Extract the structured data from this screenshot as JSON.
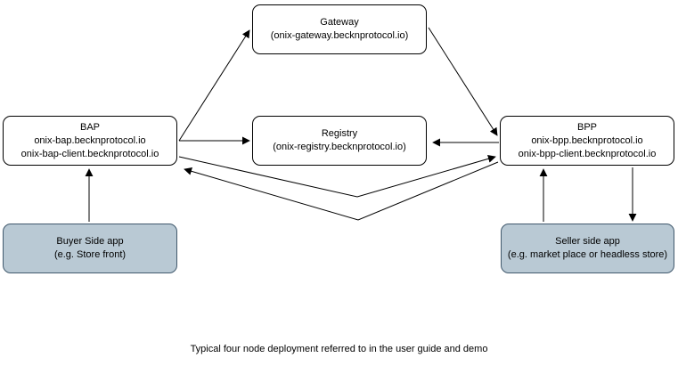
{
  "diagram": {
    "caption": "Typical four node deployment referred to in the user guide and demo",
    "colors": {
      "background": "#ffffff",
      "node_fill": "#ffffff",
      "node_border": "#000000",
      "app_node_fill": "#b9c9d4",
      "app_node_border": "#41596d",
      "arrow": "#000000"
    },
    "nodes": {
      "gateway": {
        "title": "Gateway",
        "line1": "(onix-gateway.becknprotocol.io)"
      },
      "bap": {
        "title": "BAP",
        "line1": "onix-bap.becknprotocol.io",
        "line2": "onix-bap-client.becknprotocol.io"
      },
      "registry": {
        "title": "Registry",
        "line1": "(onix-registry.becknprotocol.io)"
      },
      "bpp": {
        "title": "BPP",
        "line1": "onix-bpp.becknprotocol.io",
        "line2": "onix-bpp-client.becknprotocol.io"
      },
      "buyer_app": {
        "title": "Buyer Side app",
        "line1": "(e.g. Store front)"
      },
      "seller_app": {
        "title": "Seller side app",
        "line1": "(e.g. market place or headless store)"
      }
    },
    "edges": [
      {
        "from": "bap",
        "to": "gateway",
        "arrow": "one-way"
      },
      {
        "from": "bap",
        "to": "registry",
        "arrow": "one-way"
      },
      {
        "from": "gateway",
        "to": "bpp",
        "arrow": "one-way"
      },
      {
        "from": "bpp",
        "to": "registry",
        "arrow": "one-way"
      },
      {
        "from": "bap",
        "to": "bpp",
        "arrow": "one-way"
      },
      {
        "from": "bpp",
        "to": "bap",
        "arrow": "one-way"
      },
      {
        "from": "buyer_app",
        "to": "bap",
        "arrow": "one-way"
      },
      {
        "from": "seller_app",
        "to": "bpp",
        "arrow": "one-way"
      },
      {
        "from": "bpp",
        "to": "seller_app",
        "arrow": "one-way"
      }
    ]
  }
}
